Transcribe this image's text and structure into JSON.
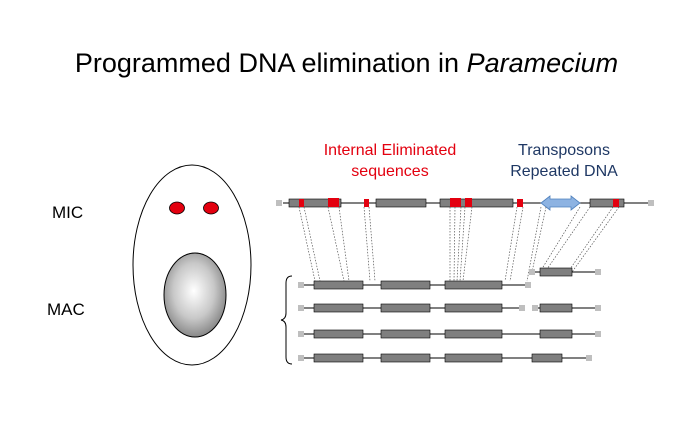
{
  "title": {
    "prefix": "Programmed DNA elimination in ",
    "italic": "Paramecium"
  },
  "labels": {
    "mic": "MIC",
    "mac": "MAC",
    "ies_line1": "Internal Eliminated",
    "ies_line2": "sequences",
    "transposons_line1": "Transposons",
    "transposons_line2": "Repeated DNA"
  },
  "colors": {
    "ies_red": "#e3000f",
    "segment_gray": "#7f7f7f",
    "telomere_gray": "#bfbfbf",
    "transposon_blue": "#8db3e2",
    "label_navy": "#1f3864"
  }
}
